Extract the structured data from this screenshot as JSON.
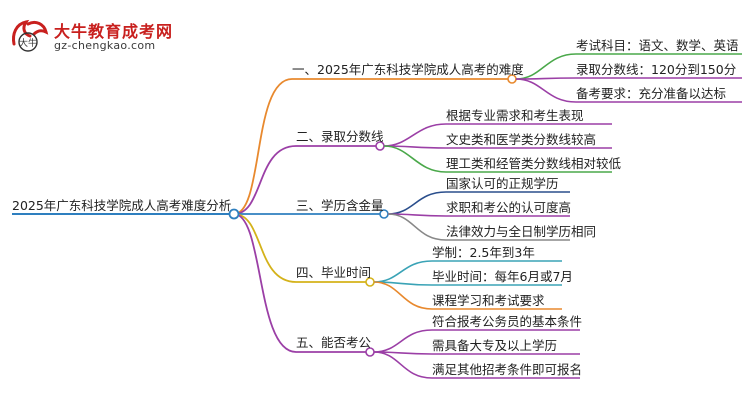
{
  "logo": {
    "brand": "大牛教育成考网",
    "url": "gz-chengkao.com",
    "mark_char": "大牛"
  },
  "root": {
    "label": "2025年广东科技学院成人高考难度分析"
  },
  "colors": {
    "root": "#2e7fbf",
    "b1": "#e8892e",
    "b2": "#9b3fa6",
    "b3": "#2e7fbf",
    "b4": "#d4b21a",
    "b5": "#9b3fa6",
    "leaf_green": "#4aa84a",
    "leaf_purple": "#9b3fa6",
    "leaf_teal": "#3aa3b6",
    "leaf_orange": "#e8892e",
    "leaf_darkblue": "#2a4e8c",
    "leaf_gray": "#888888"
  },
  "branches": [
    {
      "label": "一、2025年广东科技学院成人高考的难度",
      "color_key": "b1",
      "leaves": [
        {
          "label": "考试科目：语文、数学、英语",
          "color_key": "leaf_green"
        },
        {
          "label": "录取分数线：120分到150分",
          "color_key": "leaf_purple"
        },
        {
          "label": "备考要求：充分准备以达标",
          "color_key": "leaf_purple"
        }
      ]
    },
    {
      "label": "二、录取分数线",
      "color_key": "b2",
      "leaves": [
        {
          "label": "根据专业需求和考生表现",
          "color_key": "leaf_purple"
        },
        {
          "label": "文史类和医学类分数线较高",
          "color_key": "leaf_purple"
        },
        {
          "label": "理工类和经管类分数线相对较低",
          "color_key": "leaf_green"
        }
      ]
    },
    {
      "label": "三、学历含金量",
      "color_key": "b3",
      "leaves": [
        {
          "label": "国家认可的正规学历",
          "color_key": "leaf_darkblue"
        },
        {
          "label": "求职和考公的认可度高",
          "color_key": "leaf_purple"
        },
        {
          "label": "法律效力与全日制学历相同",
          "color_key": "leaf_gray"
        }
      ]
    },
    {
      "label": "四、毕业时间",
      "color_key": "b4",
      "leaves": [
        {
          "label": "学制：2.5年到3年",
          "color_key": "leaf_teal"
        },
        {
          "label": "毕业时间：每年6月或7月",
          "color_key": "leaf_teal"
        },
        {
          "label": "课程学习和考试要求",
          "color_key": "leaf_orange"
        }
      ]
    },
    {
      "label": "五、能否考公",
      "color_key": "b5",
      "leaves": [
        {
          "label": "符合报考公务员的基本条件",
          "color_key": "leaf_purple"
        },
        {
          "label": "需具备大专及以上学历",
          "color_key": "leaf_purple"
        },
        {
          "label": "满足其他招考条件即可报名",
          "color_key": "leaf_purple"
        }
      ]
    }
  ]
}
